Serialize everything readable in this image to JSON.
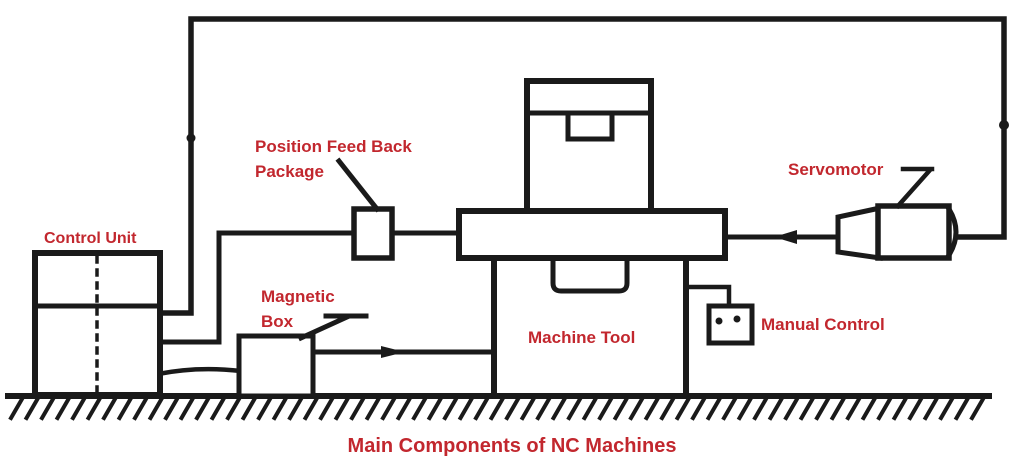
{
  "title": "Main Components of NC Machines",
  "colors": {
    "ink": "#1a1a1a",
    "label_red": "#c2272e",
    "background": "#ffffff"
  },
  "labels": {
    "control_unit": "Control Unit",
    "position_feedback_line1": "Position Feed Back",
    "position_feedback_line2": "Package",
    "magnetic_box_line1": "Magnetic",
    "magnetic_box_line2": "Box",
    "machine_tool": "Machine Tool",
    "manual_control": "Manual Control",
    "servomotor": "Servomotor"
  },
  "components": [
    "Control Unit",
    "Position Feed Back Package",
    "Magnetic Box",
    "Machine Tool",
    "Manual Control",
    "Servomotor"
  ],
  "connections": [
    {
      "from": "Control Unit",
      "to": "Servomotor",
      "style": "wire over top loop"
    },
    {
      "from": "Position Feed Back Package",
      "to": "Control Unit",
      "style": "wire"
    },
    {
      "from": "Position Feed Back Package",
      "to": "Machine Tool",
      "style": "wire"
    },
    {
      "from": "Control Unit",
      "to": "Magnetic Box",
      "style": "wire"
    },
    {
      "from": "Magnetic Box",
      "to": "Machine Tool",
      "style": "arrow-right"
    },
    {
      "from": "Servomotor",
      "to": "Machine Tool",
      "style": "arrow-left"
    },
    {
      "from": "Machine Tool",
      "to": "Manual Control",
      "style": "wire"
    }
  ]
}
